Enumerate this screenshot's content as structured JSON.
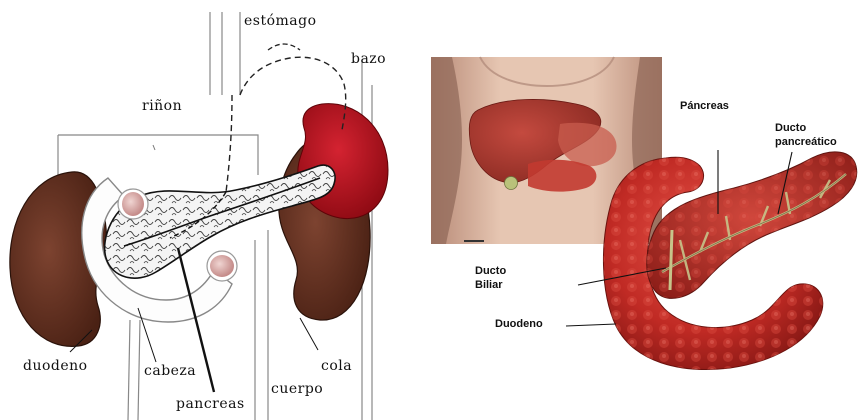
{
  "left_diagram": {
    "labels": {
      "stomach": "estómago",
      "spleen": "bazo",
      "kidney": "riñon",
      "duodenum": "duodeno",
      "head": "cabeza",
      "pancreas": "pancreas",
      "body": "cuerpo",
      "tail": "cola"
    }
  },
  "right_diagram": {
    "labels": {
      "pancreas": "Páncreas",
      "pancreatic_duct_line1": "Ducto",
      "pancreatic_duct_line2": "pancreático",
      "bile_duct_line1": "Ducto",
      "bile_duct_line2": "Biliar",
      "duodenum": "Duodeno"
    }
  },
  "colors": {
    "kidney": "#6b3524",
    "spleen": "#b3101d",
    "gland": "#f3f3f3",
    "organ_red": "#c7302a",
    "skin": "#e2c0ab"
  }
}
